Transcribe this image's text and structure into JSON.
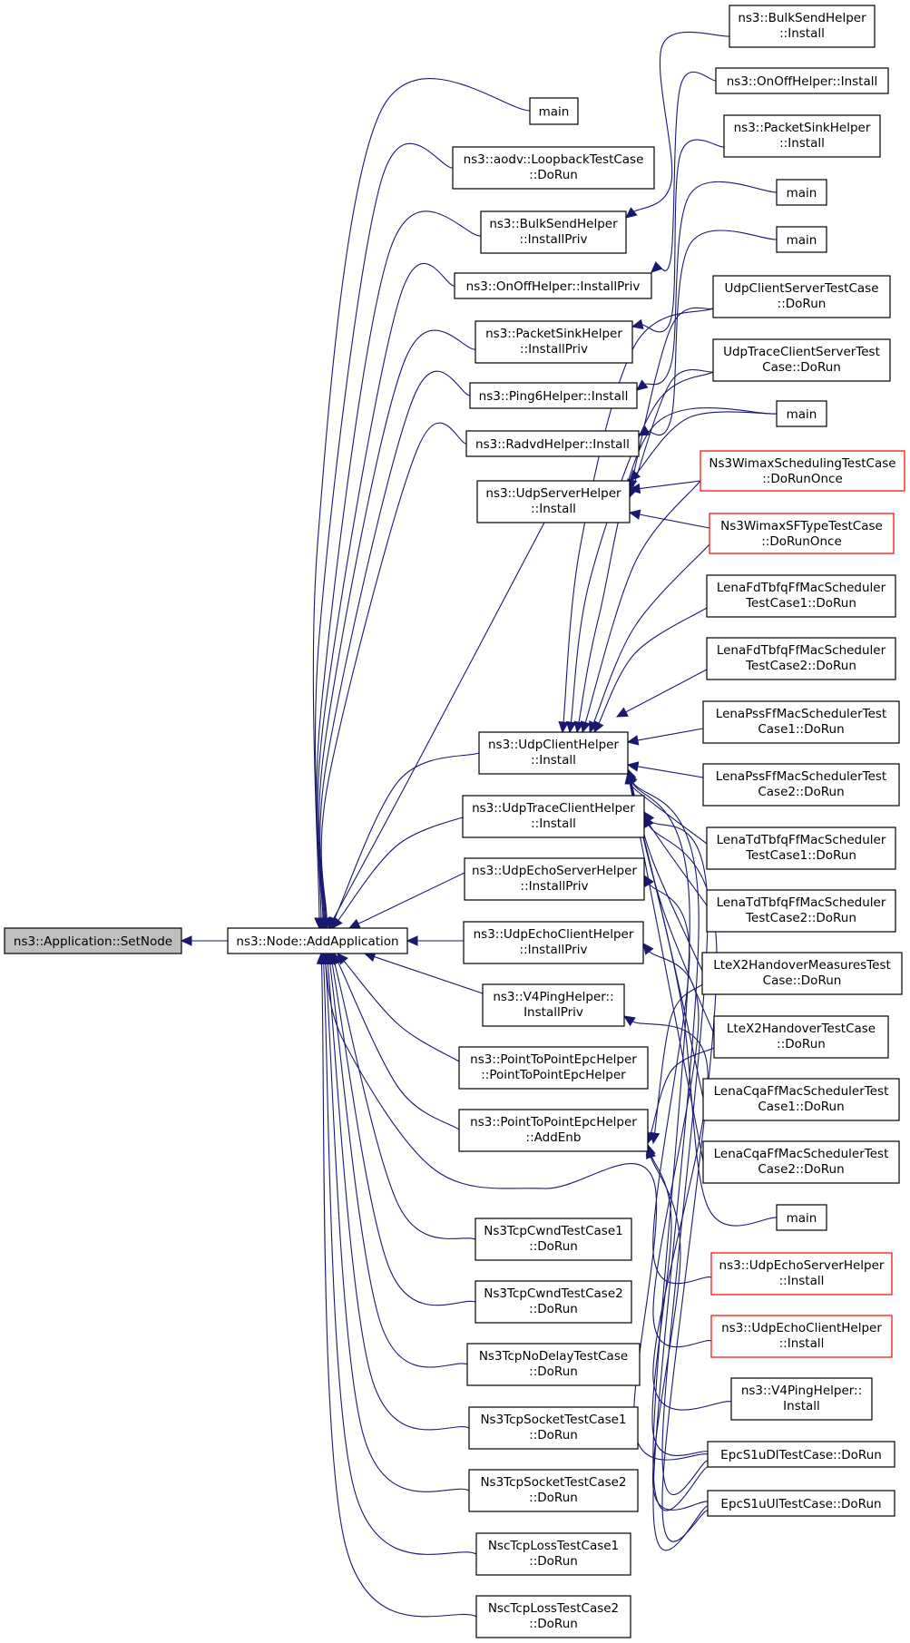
{
  "diagram": {
    "type": "caller-graph",
    "colors": {
      "edge": "#191970",
      "box_border": "#000000",
      "box_border_undocumented": "#ff0000",
      "current_node_fill": "#bfbfbf"
    },
    "nodes": [
      {
        "id": "setnode",
        "lines": [
          "ns3::Application::SetNode"
        ],
        "current": true
      },
      {
        "id": "addapp",
        "lines": [
          "ns3::Node::AddApplication"
        ]
      },
      {
        "id": "m1",
        "lines": [
          "main"
        ]
      },
      {
        "id": "aodv",
        "lines": [
          "ns3::aodv::LoopbackTestCase",
          "::DoRun"
        ]
      },
      {
        "id": "bsip",
        "lines": [
          "ns3::BulkSendHelper",
          "::InstallPriv"
        ]
      },
      {
        "id": "ooip",
        "lines": [
          "ns3::OnOffHelper::InstallPriv"
        ]
      },
      {
        "id": "psip",
        "lines": [
          "ns3::PacketSinkHelper",
          "::InstallPriv"
        ]
      },
      {
        "id": "p6i",
        "lines": [
          "ns3::Ping6Helper::Install"
        ]
      },
      {
        "id": "rai",
        "lines": [
          "ns3::RadvdHelper::Install"
        ]
      },
      {
        "id": "usi",
        "lines": [
          "ns3::UdpServerHelper",
          "::Install"
        ]
      },
      {
        "id": "uci",
        "lines": [
          "ns3::UdpClientHelper",
          "::Install"
        ]
      },
      {
        "id": "utci",
        "lines": [
          "ns3::UdpTraceClientHelper",
          "::Install"
        ]
      },
      {
        "id": "uesip",
        "lines": [
          "ns3::UdpEchoServerHelper",
          "::InstallPriv"
        ]
      },
      {
        "id": "uecip",
        "lines": [
          "ns3::UdpEchoClientHelper",
          "::InstallPriv"
        ]
      },
      {
        "id": "v4ip",
        "lines": [
          "ns3::V4PingHelper::",
          "InstallPriv"
        ]
      },
      {
        "id": "ptpctor",
        "lines": [
          "ns3::PointToPointEpcHelper",
          "::PointToPointEpcHelper"
        ]
      },
      {
        "id": "ptpenb",
        "lines": [
          "ns3::PointToPointEpcHelper",
          "::AddEnb"
        ]
      },
      {
        "id": "tcw1",
        "lines": [
          "Ns3TcpCwndTestCase1",
          "::DoRun"
        ]
      },
      {
        "id": "tcw2",
        "lines": [
          "Ns3TcpCwndTestCase2",
          "::DoRun"
        ]
      },
      {
        "id": "tnd",
        "lines": [
          "Ns3TcpNoDelayTestCase",
          "::DoRun"
        ]
      },
      {
        "id": "tso1",
        "lines": [
          "Ns3TcpSocketTestCase1",
          "::DoRun"
        ]
      },
      {
        "id": "tso2",
        "lines": [
          "Ns3TcpSocketTestCase2",
          "::DoRun"
        ]
      },
      {
        "id": "nsc1",
        "lines": [
          "NscTcpLossTestCase1",
          "::DoRun"
        ]
      },
      {
        "id": "nsc2",
        "lines": [
          "NscTcpLossTestCase2",
          "::DoRun"
        ]
      },
      {
        "id": "bsi",
        "lines": [
          "ns3::BulkSendHelper",
          "::Install"
        ]
      },
      {
        "id": "ooi",
        "lines": [
          "ns3::OnOffHelper::Install"
        ]
      },
      {
        "id": "psi",
        "lines": [
          "ns3::PacketSinkHelper",
          "::Install"
        ]
      },
      {
        "id": "m2",
        "lines": [
          "main"
        ]
      },
      {
        "id": "m3",
        "lines": [
          "main"
        ]
      },
      {
        "id": "ucstc",
        "lines": [
          "UdpClientServerTestCase",
          "::DoRun"
        ]
      },
      {
        "id": "utcst",
        "lines": [
          "UdpTraceClientServerTest",
          "Case::DoRun"
        ]
      },
      {
        "id": "m4",
        "lines": [
          "main"
        ]
      },
      {
        "id": "wsch",
        "lines": [
          "Ns3WimaxSchedulingTestCase",
          "::DoRunOnce"
        ],
        "red": true
      },
      {
        "id": "wsft",
        "lines": [
          "Ns3WimaxSFTypeTestCase",
          "::DoRunOnce"
        ],
        "red": true
      },
      {
        "id": "lfd1",
        "lines": [
          "LenaFdTbfqFfMacScheduler",
          "TestCase1::DoRun"
        ]
      },
      {
        "id": "lfd2",
        "lines": [
          "LenaFdTbfqFfMacScheduler",
          "TestCase2::DoRun"
        ]
      },
      {
        "id": "lps1",
        "lines": [
          "LenaPssFfMacSchedulerTest",
          "Case1::DoRun"
        ]
      },
      {
        "id": "lps2",
        "lines": [
          "LenaPssFfMacSchedulerTest",
          "Case2::DoRun"
        ]
      },
      {
        "id": "ltd1",
        "lines": [
          "LenaTdTbfqFfMacScheduler",
          "TestCase1::DoRun"
        ]
      },
      {
        "id": "ltd2",
        "lines": [
          "LenaTdTbfqFfMacScheduler",
          "TestCase2::DoRun"
        ]
      },
      {
        "id": "lx2m",
        "lines": [
          "LteX2HandoverMeasuresTest",
          "Case::DoRun"
        ]
      },
      {
        "id": "lx2",
        "lines": [
          "LteX2HandoverTestCase",
          "::DoRun"
        ]
      },
      {
        "id": "lcq1",
        "lines": [
          "LenaCqaFfMacSchedulerTest",
          "Case1::DoRun"
        ]
      },
      {
        "id": "lcq2",
        "lines": [
          "LenaCqaFfMacSchedulerTest",
          "Case2::DoRun"
        ]
      },
      {
        "id": "m5",
        "lines": [
          "main"
        ]
      },
      {
        "id": "uesi",
        "lines": [
          "ns3::UdpEchoServerHelper",
          "::Install"
        ],
        "red": true
      },
      {
        "id": "ueci",
        "lines": [
          "ns3::UdpEchoClientHelper",
          "::Install"
        ],
        "red": true
      },
      {
        "id": "v4i",
        "lines": [
          "ns3::V4PingHelper::",
          "Install"
        ]
      },
      {
        "id": "s1dl",
        "lines": [
          "EpcS1uDlTestCase::DoRun"
        ]
      },
      {
        "id": "s1ul",
        "lines": [
          "EpcS1uUlTestCase::DoRun"
        ]
      }
    ],
    "edges": [
      [
        "addapp",
        "setnode"
      ],
      [
        "m1",
        "addapp"
      ],
      [
        "aodv",
        "addapp"
      ],
      [
        "bsip",
        "addapp"
      ],
      [
        "ooip",
        "addapp"
      ],
      [
        "psip",
        "addapp"
      ],
      [
        "p6i",
        "addapp"
      ],
      [
        "rai",
        "addapp"
      ],
      [
        "usi",
        "addapp"
      ],
      [
        "uci",
        "addapp"
      ],
      [
        "utci",
        "addapp"
      ],
      [
        "uesip",
        "addapp"
      ],
      [
        "uecip",
        "addapp"
      ],
      [
        "v4ip",
        "addapp"
      ],
      [
        "ptpctor",
        "addapp"
      ],
      [
        "ptpenb",
        "addapp"
      ],
      [
        "tcw1",
        "addapp"
      ],
      [
        "tcw2",
        "addapp"
      ],
      [
        "tnd",
        "addapp"
      ],
      [
        "tso1",
        "addapp"
      ],
      [
        "tso2",
        "addapp"
      ],
      [
        "nsc1",
        "addapp"
      ],
      [
        "nsc2",
        "addapp"
      ],
      [
        "s1dl",
        "addapp"
      ],
      [
        "bsi",
        "bsip"
      ],
      [
        "ooi",
        "ooip"
      ],
      [
        "psi",
        "psip"
      ],
      [
        "m2",
        "p6i"
      ],
      [
        "m3",
        "rai"
      ],
      [
        "ucstc",
        "usi"
      ],
      [
        "utcst",
        "usi"
      ],
      [
        "m4",
        "usi"
      ],
      [
        "wsch",
        "usi"
      ],
      [
        "wsft",
        "usi"
      ],
      [
        "ucstc",
        "uci"
      ],
      [
        "utcst",
        "uci"
      ],
      [
        "m4",
        "uci"
      ],
      [
        "wsch",
        "uci"
      ],
      [
        "wsft",
        "uci"
      ],
      [
        "lfd1",
        "uci"
      ],
      [
        "lfd2",
        "uci"
      ],
      [
        "lps1",
        "uci"
      ],
      [
        "lps2",
        "uci"
      ],
      [
        "ltd1",
        "uci"
      ],
      [
        "ltd2",
        "uci"
      ],
      [
        "lx2m",
        "uci"
      ],
      [
        "lx2",
        "uci"
      ],
      [
        "lcq1",
        "uci"
      ],
      [
        "lcq2",
        "uci"
      ],
      [
        "s1dl",
        "uci"
      ],
      [
        "s1ul",
        "uci"
      ],
      [
        "m5",
        "uci"
      ],
      [
        "s1dl",
        "utci"
      ],
      [
        "s1ul",
        "utci"
      ],
      [
        "uesi",
        "uesip"
      ],
      [
        "ueci",
        "uecip"
      ],
      [
        "v4i",
        "v4ip"
      ],
      [
        "lx2m",
        "ptpenb"
      ],
      [
        "lx2",
        "ptpenb"
      ],
      [
        "s1dl",
        "ptpenb"
      ],
      [
        "s1ul",
        "ptpenb"
      ]
    ]
  }
}
